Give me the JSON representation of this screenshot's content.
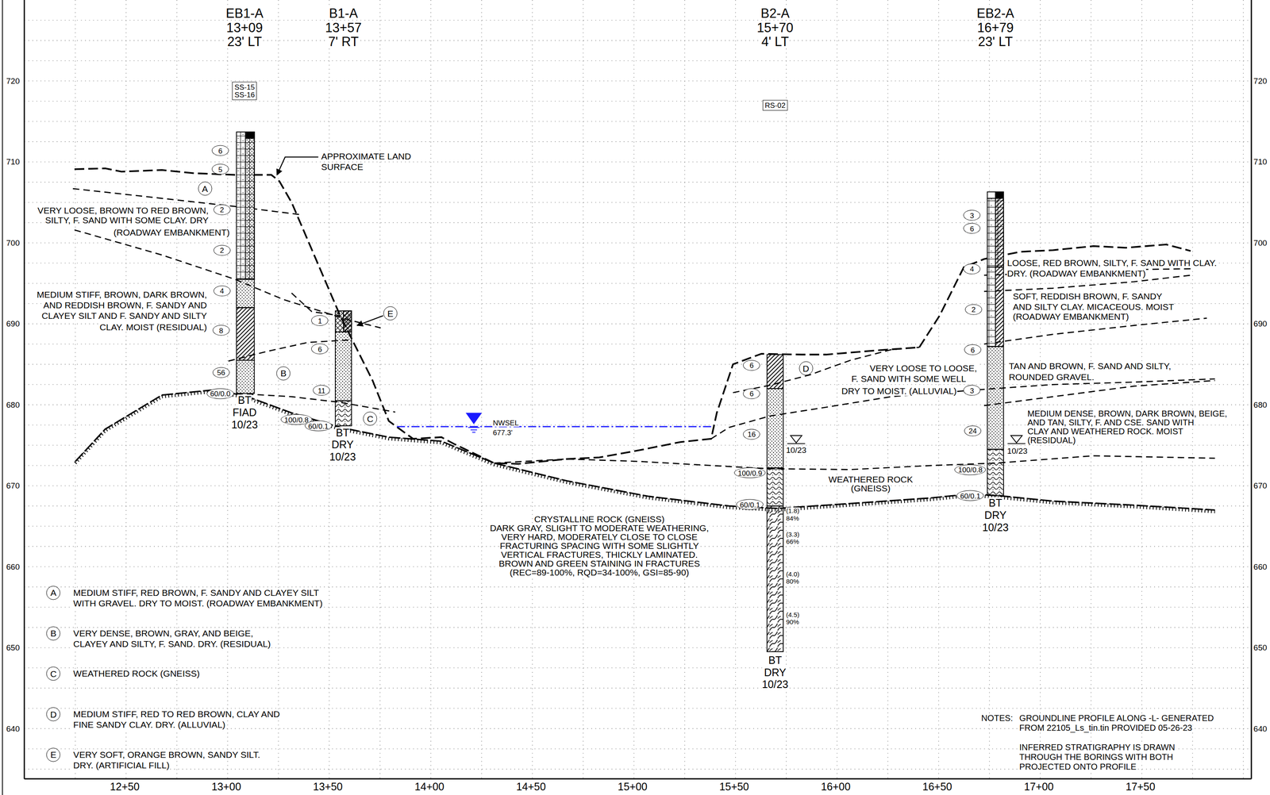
{
  "diagram": {
    "nodes": [
      {
        "text": [
          "SS-15",
          "SS-16"
        ]
      },
      {
        "text": [
          "RS-02"
        ]
      },
      {
        "text": [
          "6"
        ]
      },
      {
        "text": [
          "5"
        ]
      },
      {
        "text": [
          "2"
        ]
      },
      {
        "text": [
          "2"
        ]
      },
      {
        "text": [
          "4"
        ]
      },
      {
        "text": [
          "8"
        ]
      },
      {
        "text": [
          "56"
        ]
      },
      {
        "text": [
          "60/0.0"
        ]
      },
      {
        "text": [
          "A"
        ]
      },
      {
        "text": [
          "E"
        ]
      },
      {
        "text": [
          "1"
        ]
      },
      {
        "text": [
          "6"
        ]
      },
      {
        "text": [
          "11"
        ]
      },
      {
        "text": [
          "100/0.8"
        ]
      },
      {
        "text": [
          "60/0.1"
        ]
      },
      {
        "text": [
          "B"
        ]
      },
      {
        "text": [
          "C"
        ]
      },
      {
        "text": [
          "6"
        ]
      },
      {
        "text": [
          "6"
        ]
      },
      {
        "text": [
          "16"
        ]
      },
      {
        "text": [
          "100/0.9"
        ]
      },
      {
        "text": [
          "60/0.1"
        ]
      },
      {
        "text": [
          "D"
        ]
      },
      {
        "text": [
          "3"
        ]
      },
      {
        "text": [
          "6"
        ]
      },
      {
        "text": [
          "4"
        ]
      },
      {
        "text": [
          "2"
        ]
      },
      {
        "text": [
          "6"
        ]
      },
      {
        "text": [
          "3"
        ]
      },
      {
        "text": [
          "24"
        ]
      },
      {
        "text": [
          "100/0.8"
        ]
      },
      {
        "text": [
          "60/0.1"
        ]
      },
      {
        "text": [
          "A"
        ]
      },
      {
        "text": [
          "B"
        ]
      },
      {
        "text": [
          "C"
        ]
      },
      {
        "text": [
          "D"
        ]
      },
      {
        "text": [
          "E"
        ]
      }
    ],
    "labels": [
      "EB1-A",
      "13+09",
      "23' LT",
      "B1-A",
      "13+57",
      "7' RT",
      "B2-A",
      "15+70",
      "4' LT",
      "EB2-A",
      "16+79",
      "23' LT",
      "720",
      "710",
      "700",
      "690",
      "680",
      "670",
      "660",
      "650",
      "640",
      "720",
      "710",
      "700",
      "690",
      "680",
      "670",
      "660",
      "650",
      "640",
      "12+50",
      "13+00",
      "13+50",
      "14+00",
      "14+50",
      "15+00",
      "15+50",
      "16+00",
      "16+50",
      "17+00",
      "17+50",
      "APPROXIMATE LAND",
      "SURFACE",
      "VERY LOOSE, BROWN TO RED BROWN,",
      "SILTY, F. SAND WITH SOME CLAY.  DRY",
      "(ROADWAY EMBANKMENT)",
      "MEDIUM STIFF, BROWN, DARK BROWN,",
      "AND REDDISH BROWN, F. SANDY AND",
      "CLAYEY SILT AND F. SANDY AND SILTY",
      "CLAY.  MOIST  (RESIDUAL)",
      "BT",
      "FIAD",
      "10/23",
      "BT",
      "DRY",
      "10/23",
      "NWSEL",
      "677.3'",
      "CRYSTALLINE ROCK (GNEISS)",
      "DARK GRAY, SLIGHT TO MODERATE WEATHERING,",
      "VERY HARD, MODERATELY CLOSE TO CLOSE",
      "FRACTURING SPACING WITH SOME SLIGHTLY",
      "VERTICAL FRACTURES, THICKLY LAMINATED.",
      "BROWN AND GREEN STAINING IN FRACTURES",
      "(REC=89-100%, RQD=34-100%, GSI=85-90)",
      "BT",
      "DRY",
      "10/23",
      "10/23",
      "(1.8)",
      "84%",
      "(3.3)",
      "66%",
      "(4.0)",
      "80%",
      "(4.5)",
      "90%",
      "WEATHERED ROCK",
      "(GNEISS)",
      "VERY LOOSE TO LOOSE,",
      "F. SAND WITH SOME WELL",
      "DRY TO MOIST.  (ALLUVIAL)",
      "LOOSE, RED BROWN, SILTY, F. SAND WITH CLAY.",
      "DRY.  (ROADWAY EMBANKMENT)",
      "SOFT, REDDISH BROWN, F. SANDY",
      "AND SILTY CLAY.  MICACEOUS.  MOIST",
      "(ROADWAY EMBANKMENT)",
      "TAN AND BROWN, F. SAND AND SILTY,",
      "ROUNDED GRAVEL.",
      "MEDIUM DENSE, BROWN, DARK BROWN, BEIGE,",
      "AND TAN, SILTY, F. AND CSE. SAND WITH",
      "CLAY AND WEATHERED ROCK.  MOIST",
      "(RESIDUAL)",
      "10/23",
      "BT",
      "DRY",
      "10/23",
      "MEDIUM STIFF, RED BROWN, F. SANDY AND CLAYEY SILT",
      "WITH GRAVEL.  DRY TO MOIST.  (ROADWAY EMBANKMENT)",
      "VERY DENSE, BROWN, GRAY, AND BEIGE,",
      "CLAYEY AND SILTY, F. SAND.  DRY.  (RESIDUAL)",
      "WEATHERED ROCK  (GNEISS)",
      "MEDIUM STIFF, RED TO RED BROWN, CLAY AND",
      "FINE SANDY CLAY.  DRY.  (ALLUVIAL)",
      "VERY SOFT, ORANGE BROWN, SANDY SILT.",
      "DRY.  (ARTIFICIAL FILL)",
      "NOTES:",
      "GROUNDLINE PROFILE ALONG -L- GENERATED",
      "FROM 22105_Ls_tin.tin PROVIDED 05-26-23",
      "INFERRED STRATIGRAPHY IS DRAWN",
      "THROUGH THE BORINGS WITH BOTH",
      "PROJECTED ONTO PROFILE"
    ]
  }
}
